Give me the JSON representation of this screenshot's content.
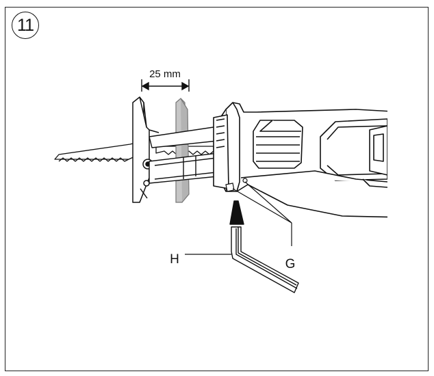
{
  "figure": {
    "step_number": "11",
    "dimension_label": "25 mm",
    "callout_h": "H",
    "callout_g": "G"
  }
}
